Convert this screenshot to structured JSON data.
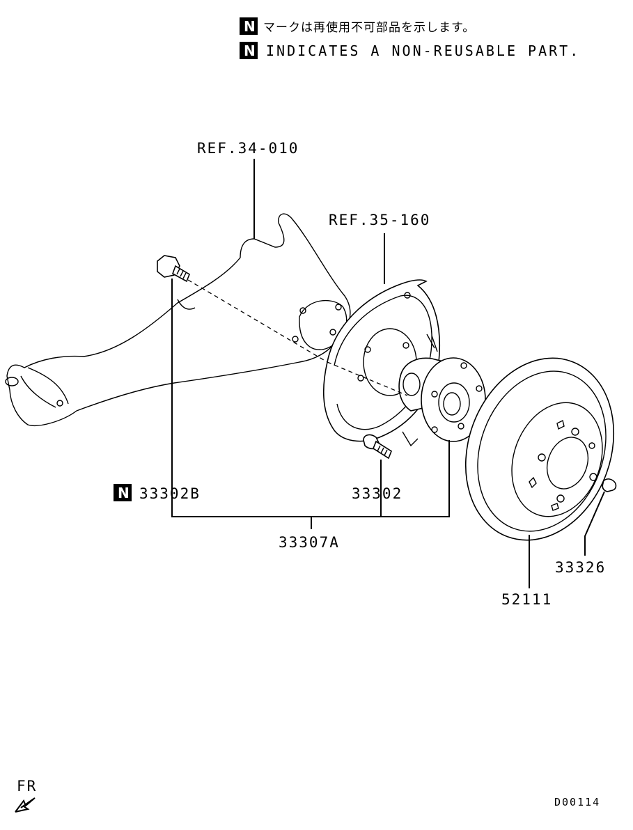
{
  "legend": {
    "marker": "N",
    "jp_text": "マークは再使用不可部品を示します。",
    "en_text": "INDICATES A NON-REUSABLE PART."
  },
  "callouts": {
    "ref_knuckle": "REF.34-010",
    "ref_backplate": "REF.35-160",
    "bolt_nonreusable": "33302B",
    "hub_bolt": "33302",
    "hub_assembly": "33307A",
    "rotor_nut": "33326",
    "brake_rotor": "52111"
  },
  "footer": {
    "direction_label": "FR",
    "diagram_code": "D00114"
  }
}
